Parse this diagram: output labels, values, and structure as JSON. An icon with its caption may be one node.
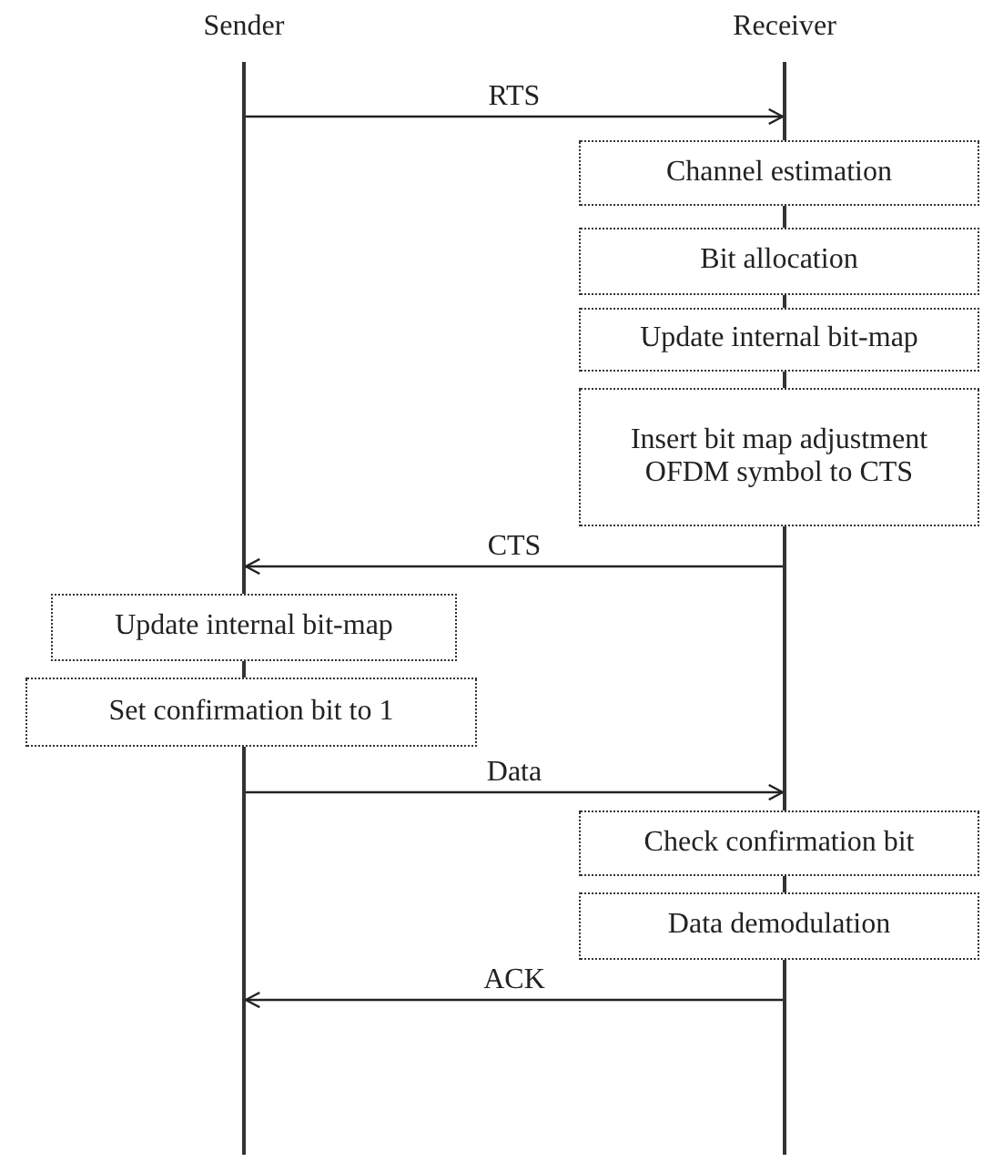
{
  "diagram": {
    "nodes": [
      {
        "text": [
          "Sender"
        ]
      },
      {
        "text": [
          "Receiver"
        ]
      },
      {
        "text": [],
        "shape": "bar"
      },
      {
        "text": [],
        "shape": "bar"
      },
      {
        "text": [
          "Channel estimation"
        ]
      },
      {
        "text": [
          "Bit allocation"
        ]
      },
      {
        "text": [
          "Update internal bit-map"
        ]
      },
      {
        "text": [
          "Insert bit map adjustment OFDM symbol to CTS"
        ]
      },
      {
        "text": [
          "Update internal bit-map"
        ]
      },
      {
        "text": [
          "Set confirmation bit to 1"
        ]
      },
      {
        "text": [
          "Check confirmation bit"
        ]
      },
      {
        "text": [
          "Data demodulation"
        ]
      }
    ],
    "edges": [
      {
        "from": 2,
        "to": 3,
        "label": "RTS",
        "arrow": "to"
      },
      {
        "from": 3,
        "to": 2,
        "label": "CTS",
        "arrow": "to"
      },
      {
        "from": 2,
        "to": 3,
        "label": "Data",
        "arrow": "to"
      },
      {
        "from": 3,
        "to": 2,
        "label": "ACK",
        "arrow": "to"
      }
    ]
  }
}
